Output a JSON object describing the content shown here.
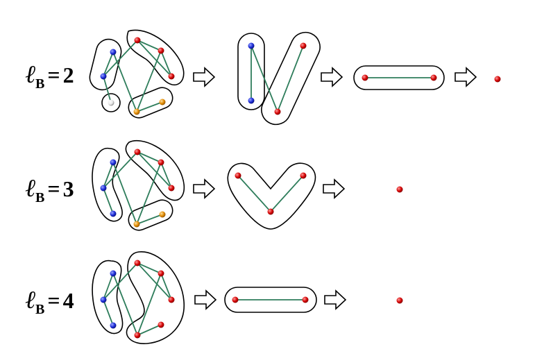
{
  "colors": {
    "red": "#d40000",
    "blue": "#1a2ad6",
    "orange": "#e08a00",
    "white": "#f2f2f2",
    "link": "#2e7d5b",
    "outline": "#000000"
  },
  "rows": [
    {
      "id": "lb2",
      "symbol": "ℓ",
      "subscript": "B",
      "equals": "=",
      "value": "2"
    },
    {
      "id": "lb3",
      "symbol": "ℓ",
      "subscript": "B",
      "equals": "=",
      "value": "3"
    },
    {
      "id": "lb4",
      "symbol": "ℓ",
      "subscript": "B",
      "equals": "=",
      "value": "4"
    }
  ],
  "arrow_icon": "hollow-right-arrow-icon",
  "node_icon": "node-sphere-icon"
}
